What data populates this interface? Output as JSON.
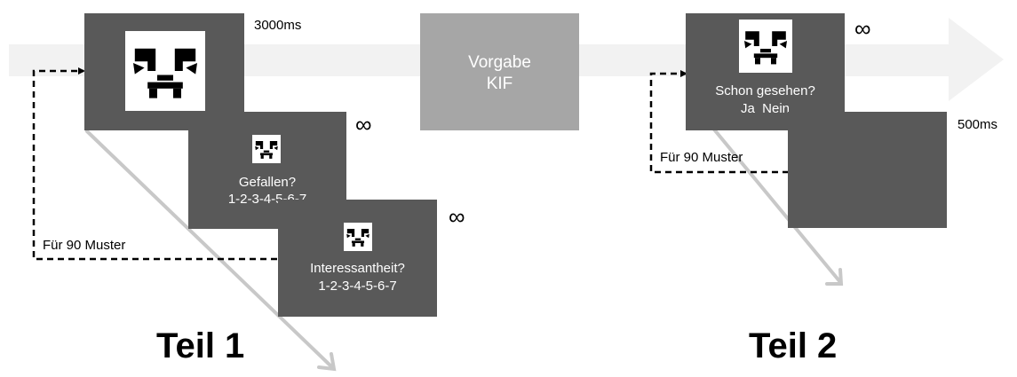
{
  "colors": {
    "timeline": "#f2f2f2",
    "screen_dark": "#595959",
    "screen_light": "#a6a6a6",
    "diagonal_arrow": "#c8c8c8",
    "loop_line": "#000000"
  },
  "icons": {
    "stimulus": "abstract-face-pattern-icon",
    "timeline": "right-block-arrow",
    "loop": "dashed-loop-arrow",
    "time_flow": "diagonal-gray-arrow"
  },
  "teil1": {
    "title": "Teil 1",
    "stimulus_duration": "3000ms",
    "rating1_duration": "∞",
    "rating1_question": "Gefallen?",
    "rating1_scale": "1-2-3-4-5-6-7",
    "rating2_duration": "∞",
    "rating2_question": "Interessantheit?",
    "rating2_scale": "1-2-3-4-5-6-7",
    "loop_label": "Für 90 Muster"
  },
  "middle": {
    "line1": "Vorgabe",
    "line2": "KIF"
  },
  "teil2": {
    "title": "Teil 2",
    "question_duration": "∞",
    "question": "Schon gesehen?",
    "answers": "Ja  Nein",
    "blank_duration": "500ms",
    "loop_label": "Für 90 Muster"
  }
}
